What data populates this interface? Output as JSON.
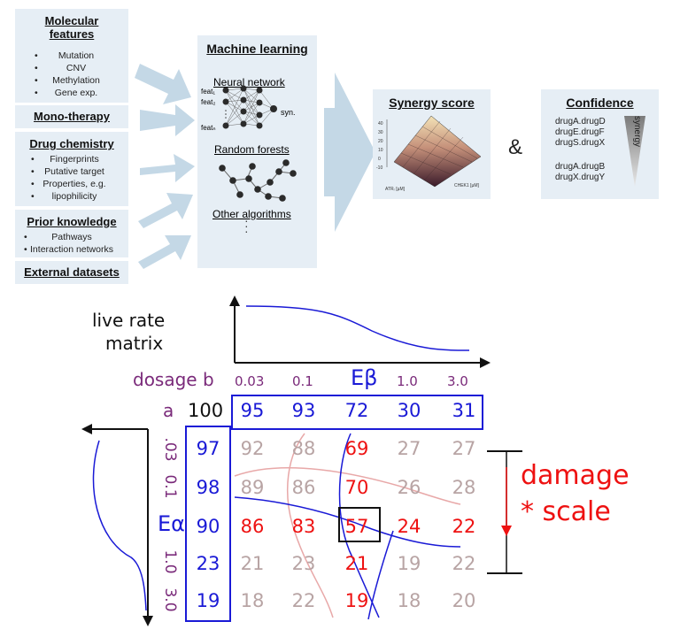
{
  "inputs": {
    "molecular": {
      "title": "Molecular features",
      "items": [
        "Mutation",
        "CNV",
        "Methylation",
        "Gene exp."
      ]
    },
    "mono": {
      "title": "Mono-therapy"
    },
    "chemistry": {
      "title": "Drug chemistry",
      "items": [
        "Fingerprints",
        "Putative target",
        "Properties, e.g.",
        "lipophilicity"
      ]
    },
    "prior": {
      "title": "Prior knowledge",
      "items": [
        "Pathways",
        "Interaction networks"
      ]
    },
    "external": {
      "title": "External datasets"
    }
  },
  "ml": {
    "title": "Machine learning",
    "nn": "Neural network",
    "feat1": "feat₁",
    "feat2": "feat₂",
    "featn": "featₙ",
    "syn": "syn.",
    "rf": "Random forests",
    "other": "Other algorithms"
  },
  "synergy": {
    "title": "Synergy score",
    "xaxis": "ATRᵣ [µM]",
    "yaxis": "CHEK1 [µM]",
    "zlabels": [
      "40",
      "30",
      "20",
      "10",
      "0",
      "-10"
    ]
  },
  "ampersand": "&",
  "confidence": {
    "title": "Confidence",
    "group1": [
      "drugA.drugD",
      "drugE.drugF",
      "drugS.drugX"
    ],
    "group2": [
      "drugA.drugB",
      "drugX.drugY"
    ],
    "bar_label": "synergy"
  },
  "matrix": {
    "live_rate": "live rate",
    "matrix_word": "matrix",
    "dosage_b": "dosage b",
    "a_label": "a",
    "col_doses": [
      "0.03",
      "0.1",
      "",
      "1.0",
      "3.0"
    ],
    "e_beta": "Eβ",
    "e_alpha": "Eα",
    "row_doses": [
      ".03",
      "0.1",
      "",
      "1.0",
      "3.0"
    ],
    "corner": "100",
    "top_row": [
      "95",
      "93",
      "72",
      "30",
      "31"
    ],
    "left_col": [
      "97",
      "98",
      "90",
      "23",
      "19"
    ],
    "cells": [
      [
        "92",
        "88",
        "69",
        "27",
        "27"
      ],
      [
        "89",
        "86",
        "70",
        "26",
        "28"
      ],
      [
        "86",
        "83",
        "57",
        "24",
        "22"
      ],
      [
        "21",
        "23",
        "21",
        "19",
        "22"
      ],
      [
        "18",
        "22",
        "19",
        "18",
        "20"
      ]
    ],
    "red_cells": [
      [
        0,
        2
      ],
      [
        1,
        2
      ],
      [
        2,
        0
      ],
      [
        2,
        1
      ],
      [
        2,
        2
      ],
      [
        2,
        3
      ],
      [
        2,
        4
      ],
      [
        3,
        2
      ],
      [
        4,
        2
      ]
    ],
    "highlight_cell": [
      2,
      2
    ],
    "damage_1": "damage",
    "damage_2": "* scale"
  },
  "colors": {
    "panel": "#e6eef5",
    "blue": "#1a1ad6",
    "red": "#ee1111",
    "faded": "#b8a4a4",
    "purple": "#7a2a7a",
    "arrow": "#c4d8e6"
  }
}
